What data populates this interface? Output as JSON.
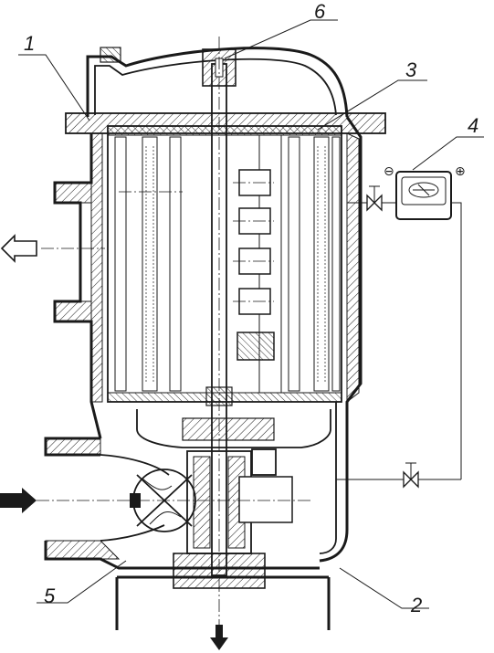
{
  "callouts": [
    {
      "id": "1",
      "label": "1"
    },
    {
      "id": "2",
      "label": "2"
    },
    {
      "id": "3",
      "label": "3"
    },
    {
      "id": "4",
      "label": "4"
    },
    {
      "id": "5",
      "label": "5"
    },
    {
      "id": "6",
      "label": "6"
    }
  ],
  "gauge_signs": {
    "minus": "⊖",
    "plus": "⊕"
  },
  "colors": {
    "ink": "#1a1a1a",
    "paper": "#ffffff"
  }
}
